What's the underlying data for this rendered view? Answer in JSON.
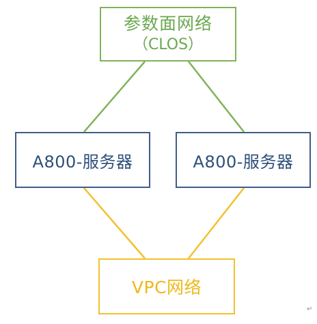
{
  "diagram": {
    "nodes": {
      "param_network": {
        "line1": "参数面网络",
        "line2": "（CLOS）",
        "color": "#6aa84f",
        "border_color": "#7fb35a"
      },
      "server_left": {
        "label": "A800-服务器",
        "color": "#2e4f7a",
        "border_color": "#3f5d86"
      },
      "server_right": {
        "label": "A800-服务器",
        "color": "#2e4f7a",
        "border_color": "#3f5d86"
      },
      "vpc_network": {
        "label": "VPC网络",
        "color": "#efb81a",
        "border_color": "#f2c12e"
      }
    },
    "edges": [
      {
        "from": "param_network",
        "to": "server_left",
        "color": "#7fb35a"
      },
      {
        "from": "param_network",
        "to": "server_right",
        "color": "#7fb35a"
      },
      {
        "from": "server_left",
        "to": "vpc_network",
        "color": "#f2c12e"
      },
      {
        "from": "server_right",
        "to": "vpc_network",
        "color": "#f2c12e"
      }
    ],
    "corner_mark": "↵"
  }
}
